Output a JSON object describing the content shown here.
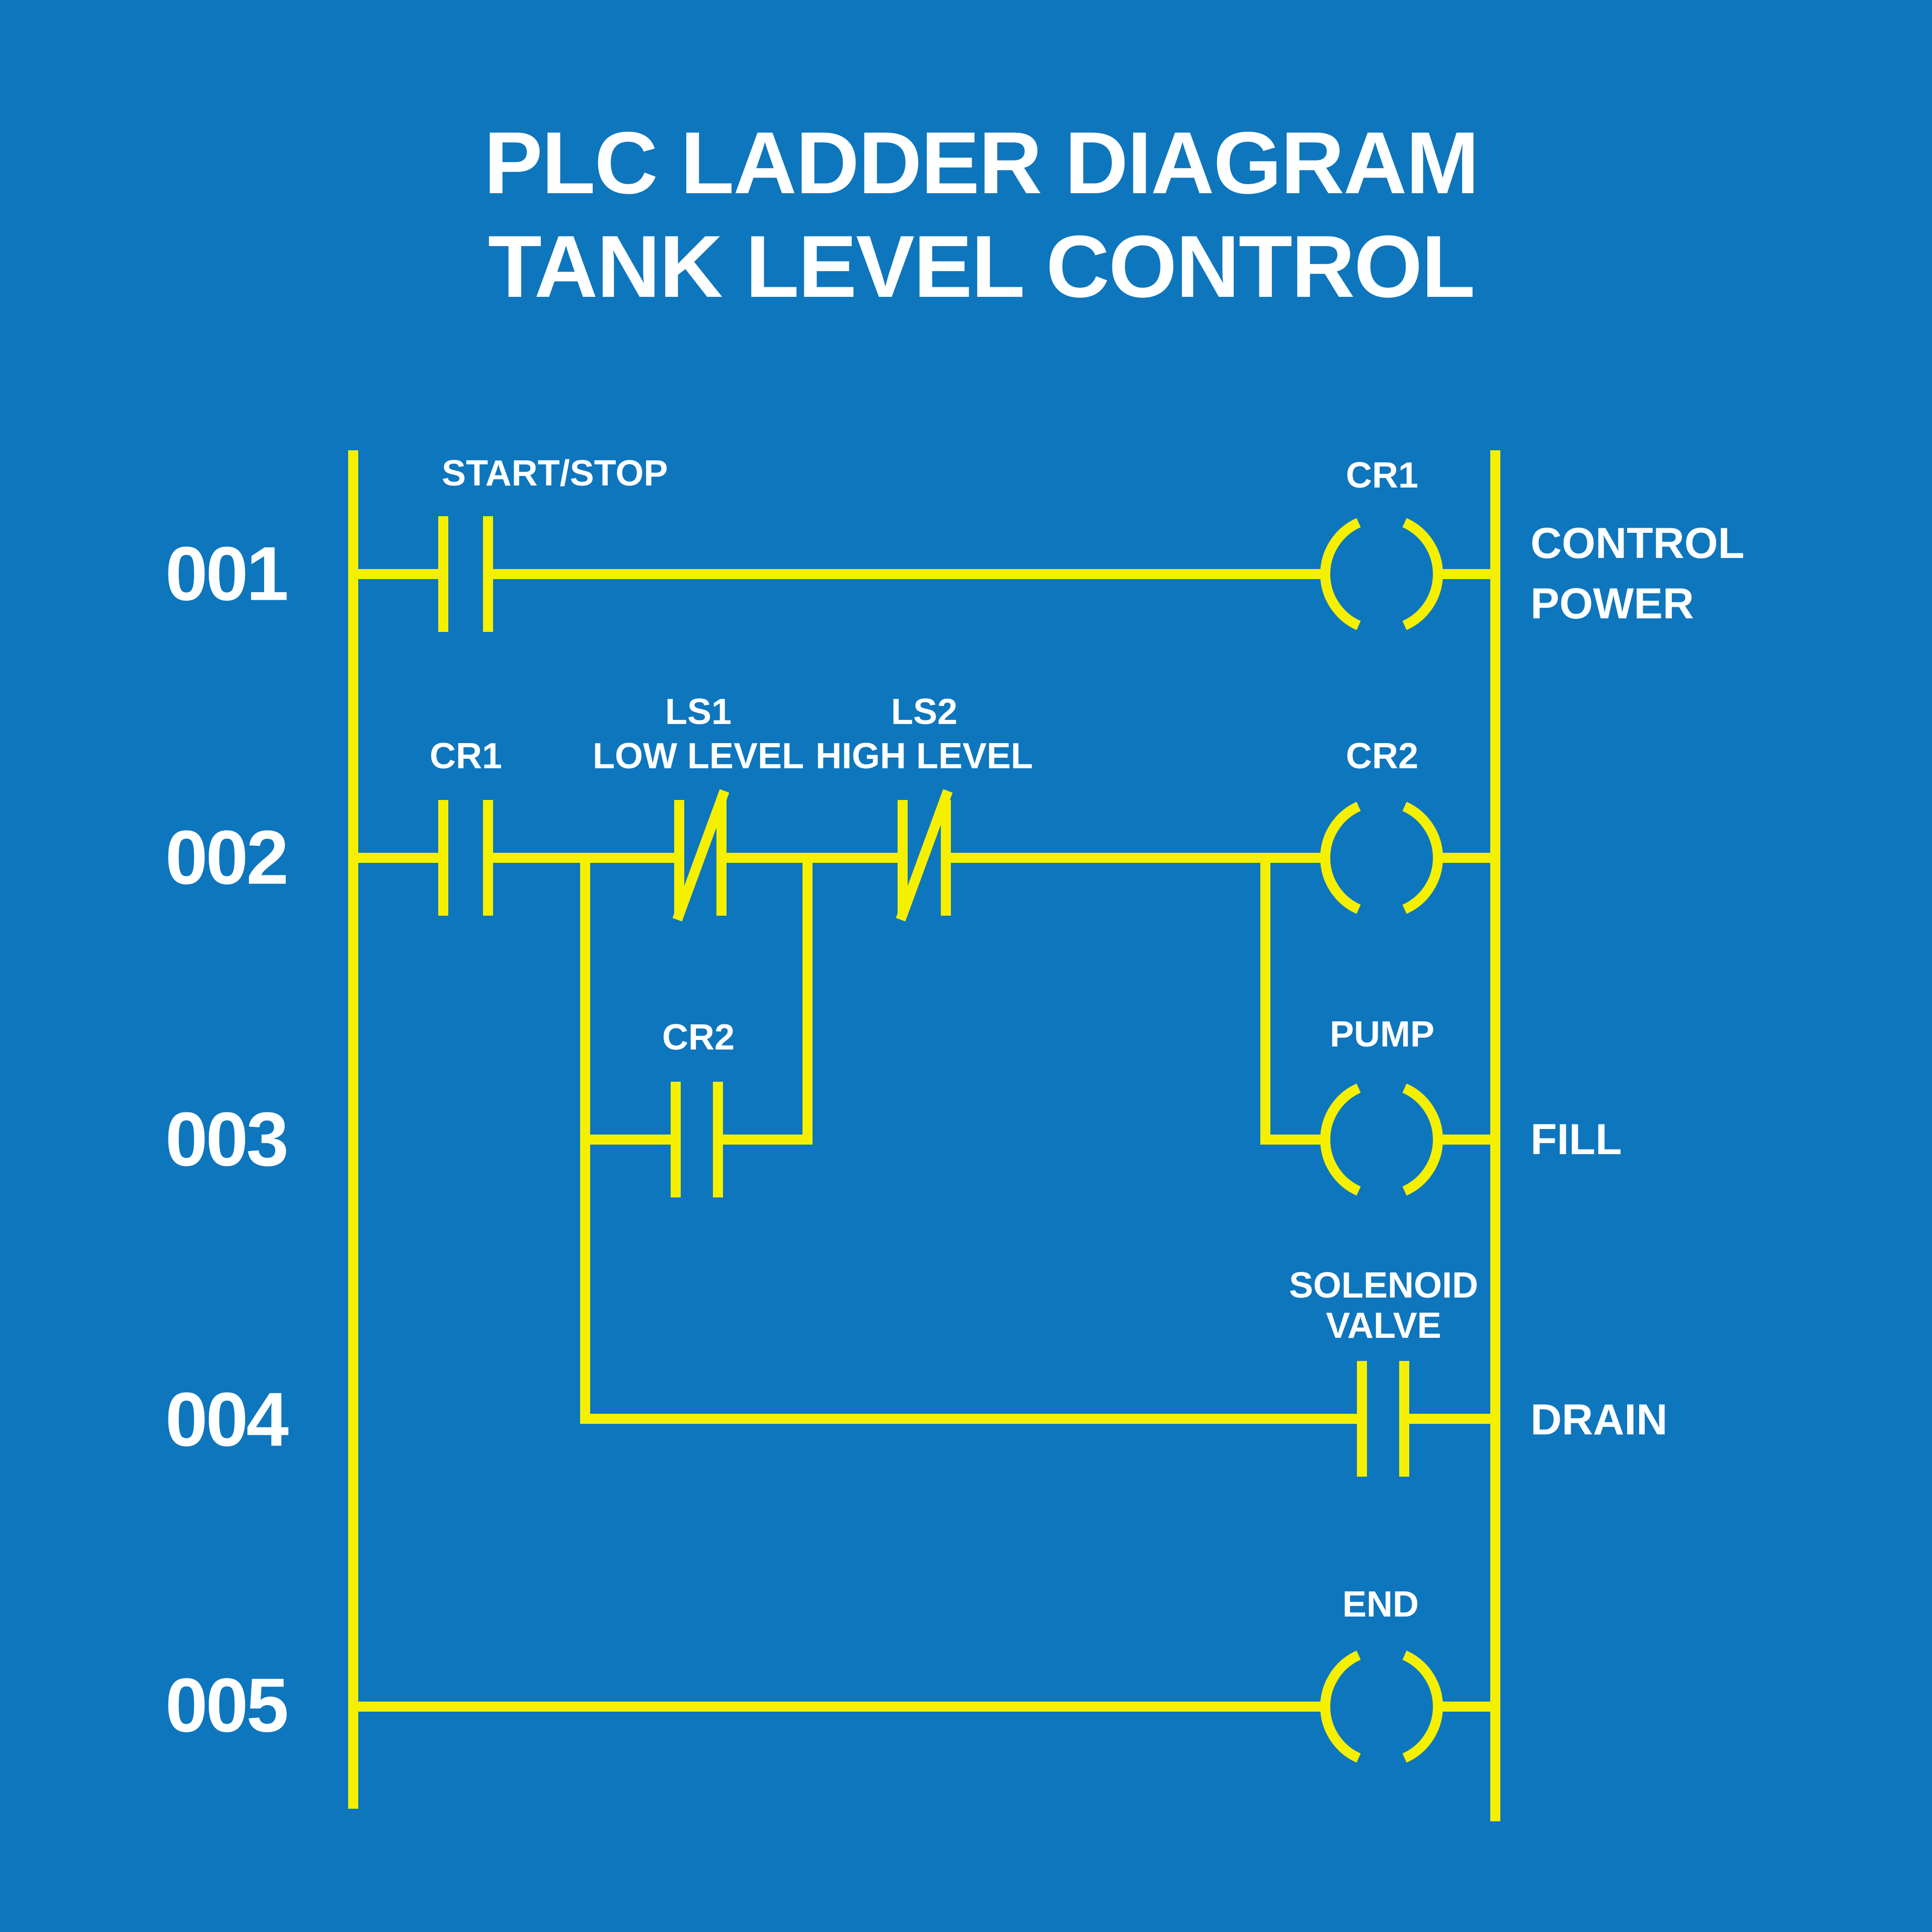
{
  "title": {
    "line1": "PLC LADDER DIAGRAM",
    "line2": "TANK LEVEL CONTROL"
  },
  "colors": {
    "background": "#0E76BD",
    "line_yellow": "#F5F000",
    "text_white": "#FFFFFF"
  },
  "diagram": {
    "type": "plc-ladder",
    "rungs": [
      {
        "number": "001",
        "contact_label": "START/STOP",
        "contact_type": "normally-open",
        "coil_label": "CR1",
        "side_label_line1": "CONTROL",
        "side_label_line2": "POWER"
      },
      {
        "number": "002",
        "contact1_label": "CR1",
        "contact1_type": "normally-open",
        "contact2_label_line1": "LS1",
        "contact2_label_line2": "LOW LEVEL",
        "contact2_type": "normally-closed",
        "contact3_label_line1": "LS2",
        "contact3_label_line2": "HIGH LEVEL",
        "contact3_type": "normally-closed",
        "coil_label": "CR2"
      },
      {
        "number": "003",
        "contact_label": "CR2",
        "contact_type": "normally-open",
        "coil_label": "PUMP",
        "side_label": "FILL"
      },
      {
        "number": "004",
        "contact_label_line1": "SOLENOID",
        "contact_label_line2": "VALVE",
        "contact_type": "normally-open",
        "side_label": "DRAIN"
      },
      {
        "number": "005",
        "coil_label": "END"
      }
    ]
  }
}
